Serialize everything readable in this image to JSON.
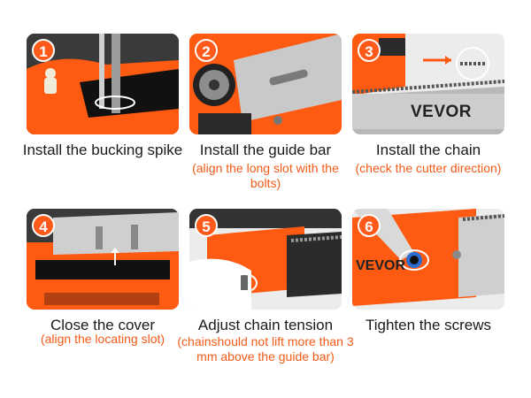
{
  "colors": {
    "accent": "#f25a17",
    "text": "#1a1a1a",
    "badge": "#ff5a1a"
  },
  "steps": [
    {
      "number": "1",
      "title": "Install the bucking spike",
      "note": ""
    },
    {
      "number": "2",
      "title": "Install the guide bar",
      "note": "(align the long slot with the bolts)"
    },
    {
      "number": "3",
      "title": "Install the chain",
      "note": "(check the cutter direction)"
    },
    {
      "number": "4",
      "title": "Close the cover",
      "note": "(align the locating slot)"
    },
    {
      "number": "5",
      "title": "Adjust chain tension",
      "note": "(chainshould not lift more than 3 mm above the guide bar)"
    },
    {
      "number": "6",
      "title": "Tighten the screws",
      "note": ""
    }
  ],
  "brand": "VEVOR"
}
